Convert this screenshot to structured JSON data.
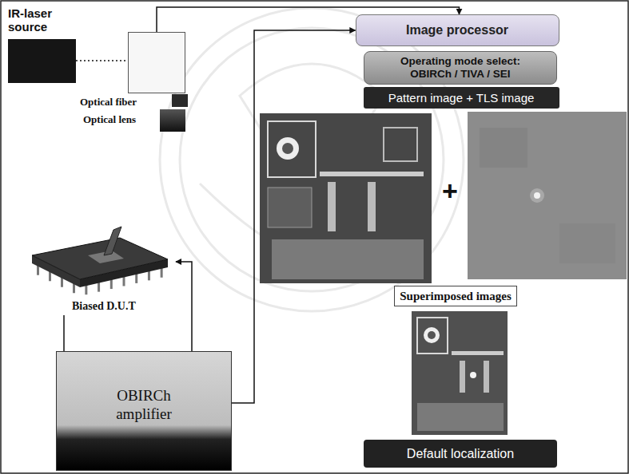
{
  "diagram": {
    "nodes": [
      {
        "text": [
          "IR-laser source"
        ]
      },
      {
        "text": [
          "Optical fiber",
          "Optical lens"
        ]
      },
      {
        "text": [
          "Biased D.U.T"
        ]
      },
      {
        "text": [
          "OBIRCh amplifier"
        ]
      },
      {
        "text": [
          "Image processor"
        ]
      },
      {
        "text": [
          "Operating mode select: OBIRCh / TIVA / SEI"
        ]
      },
      {
        "text": [
          "Pattern image + TLS image"
        ]
      },
      {
        "text": [
          "Superimposed images"
        ]
      },
      {
        "text": [
          "Default localization"
        ]
      }
    ],
    "edges": [
      {
        "from": 0,
        "to": 1,
        "arrow": "none"
      },
      {
        "from": 1,
        "to": 4,
        "arrow": "to"
      },
      {
        "from": 3,
        "to": 4,
        "arrow": "to"
      },
      {
        "from": 3,
        "to": 2,
        "arrow": "to"
      },
      {
        "from": 2,
        "to": 3,
        "arrow": "none"
      }
    ],
    "labels": [
      "+"
    ]
  }
}
